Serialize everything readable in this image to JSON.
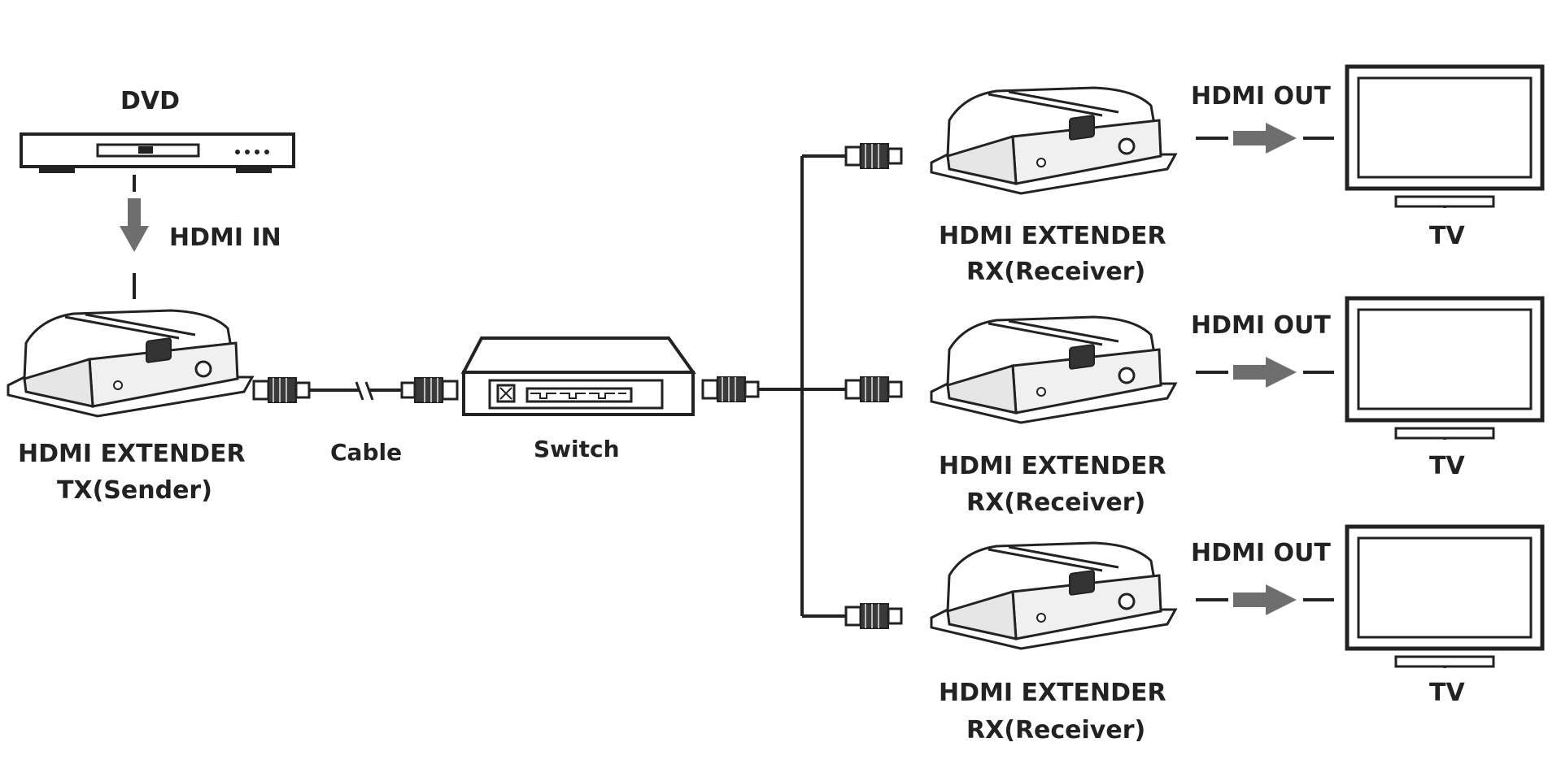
{
  "colors": {
    "ink": "#222222",
    "device_fill": "#ffffff",
    "device_shade": "#e6e6e6",
    "arrow": "#6e6e6e",
    "background": "#ffffff"
  },
  "source": {
    "label": "DVD",
    "icon": "dvd-player-icon"
  },
  "hdmi_in": {
    "label": "HDMI IN",
    "icon": "arrow-down-icon"
  },
  "transmitter": {
    "line1": "HDMI EXTENDER",
    "line2": "TX(Sender)",
    "icon": "extender-icon"
  },
  "cable": {
    "label": "Cable",
    "icon": "ethernet-cable-icon"
  },
  "switch": {
    "label": "Switch",
    "icon": "network-switch-icon"
  },
  "receivers": [
    {
      "line1": "HDMI EXTENDER",
      "line2": "RX(Receiver)",
      "out_label": "HDMI OUT",
      "tv_label": "TV"
    },
    {
      "line1": "HDMI EXTENDER",
      "line2": "RX(Receiver)",
      "out_label": "HDMI OUT",
      "tv_label": "TV"
    },
    {
      "line1": "HDMI EXTENDER",
      "line2": "RX(Receiver)",
      "out_label": "HDMI OUT",
      "tv_label": "TV"
    }
  ]
}
